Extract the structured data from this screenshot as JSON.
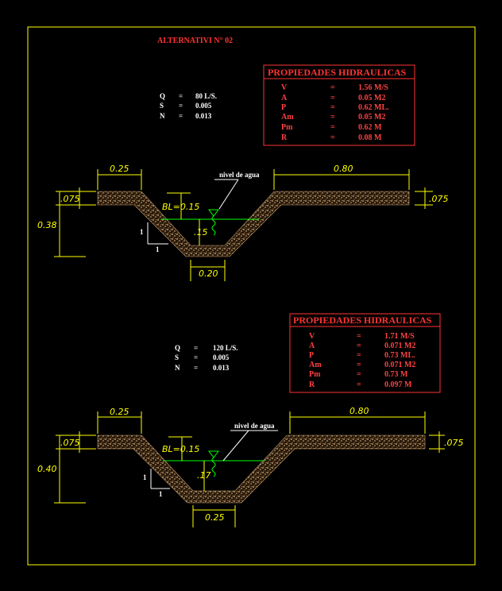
{
  "colors": {
    "background": "#000000",
    "frame": "#ffff00",
    "dimensions": "#ffff00",
    "title": "#ff0000",
    "properties": "#ff3333",
    "water_line": "#00ff00",
    "text": "#ffffff",
    "soil": "#c8a070"
  },
  "title": "ALTERNATIVI N° 02",
  "common_labels": {
    "water_level": "nivel de agua",
    "freeboard": "BL=0.15",
    "slope_v": "1",
    "slope_h": "1",
    "lining_thickness": ".075"
  },
  "sections": [
    {
      "properties_title": "PROPIEDADES HIDRAULICAS",
      "properties": [
        {
          "label": "V",
          "eq": "=",
          "value": "1.56 M/S"
        },
        {
          "label": "A",
          "eq": "=",
          "value": "0.05 M2"
        },
        {
          "label": "P",
          "eq": "=",
          "value": "0.62 ML."
        },
        {
          "label": "Am",
          "eq": "=",
          "value": "0.05 M2"
        },
        {
          "label": "Pm",
          "eq": "=",
          "value": "0.62 M"
        },
        {
          "label": "R",
          "eq": "=",
          "value": "0.08 M"
        }
      ],
      "flow": [
        {
          "label": "Q",
          "eq": "=",
          "value": "80 L/S."
        },
        {
          "label": "S",
          "eq": "=",
          "value": "0.005"
        },
        {
          "label": "N",
          "eq": "=",
          "value": "0.013"
        }
      ],
      "dims": {
        "left_berm": "0.25",
        "right_berm": "0.80",
        "depth": "0.38",
        "water_depth": ".15",
        "bottom_width": "0.20"
      }
    },
    {
      "properties_title": "PROPIEDADES HIDRAULICAS",
      "properties": [
        {
          "label": "V",
          "eq": "=",
          "value": "1.71 M/S"
        },
        {
          "label": "A",
          "eq": "=",
          "value": "0.071 M2"
        },
        {
          "label": "P",
          "eq": "=",
          "value": "0.73 ML."
        },
        {
          "label": "Am",
          "eq": "=",
          "value": "0.071 M2"
        },
        {
          "label": "Pm",
          "eq": "=",
          "value": "0.73 M"
        },
        {
          "label": "R",
          "eq": "=",
          "value": "0.097 M"
        }
      ],
      "flow": [
        {
          "label": "Q",
          "eq": "=",
          "value": "120 L/S."
        },
        {
          "label": "S",
          "eq": "=",
          "value": "0.005"
        },
        {
          "label": "N",
          "eq": "=",
          "value": "0.013"
        }
      ],
      "dims": {
        "left_berm": "0.25",
        "right_berm": "0.80",
        "depth": "0.40",
        "water_depth": ".17",
        "bottom_width": "0.25"
      }
    }
  ]
}
